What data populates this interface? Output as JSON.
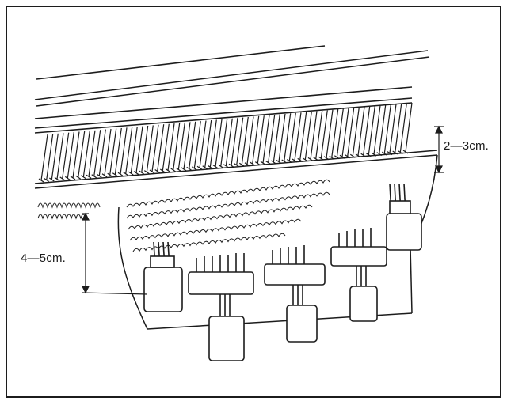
{
  "diagram": {
    "dimension_labels": {
      "upper_right": "2—3cm.",
      "lower_left": "4—5cm."
    },
    "icons": {
      "frame": "frame-border",
      "machine": "knitting-machine-needle-bed-icon",
      "fabric": "knitted-fabric-icon",
      "weights": "claw-weight-icon"
    },
    "colors": {
      "ink": "#1c1c1c",
      "paper": "#ffffff"
    }
  }
}
